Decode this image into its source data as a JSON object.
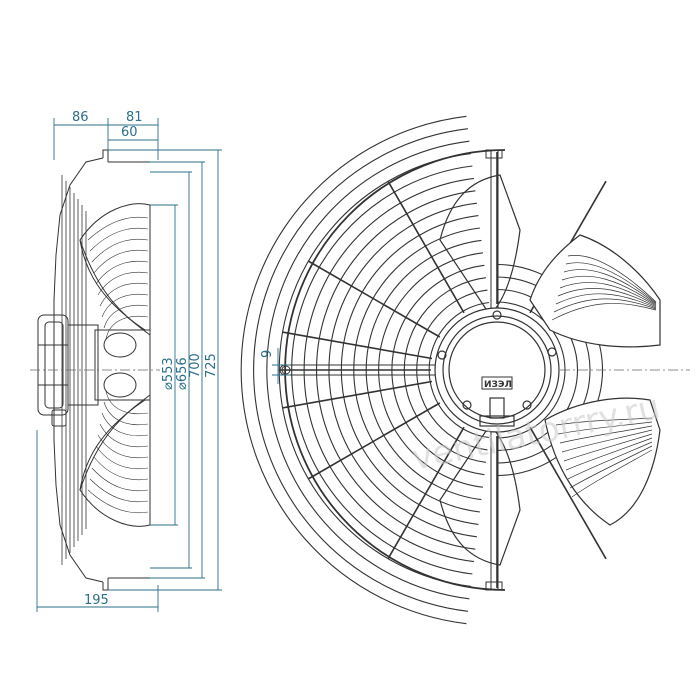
{
  "dimensions": {
    "d86": "86",
    "d81": "81",
    "d60": "60",
    "d195": "195",
    "d9": "9",
    "d553": "⌀553",
    "d656": "⌀656",
    "d700": "700",
    "d725": "725"
  },
  "label_plate": "ИЗЭЛ",
  "watermark": "ventilatorrry.ru",
  "colors": {
    "dimension_line": "#2b6f8a",
    "outline": "#333333",
    "watermark": "#c9c9c9"
  }
}
